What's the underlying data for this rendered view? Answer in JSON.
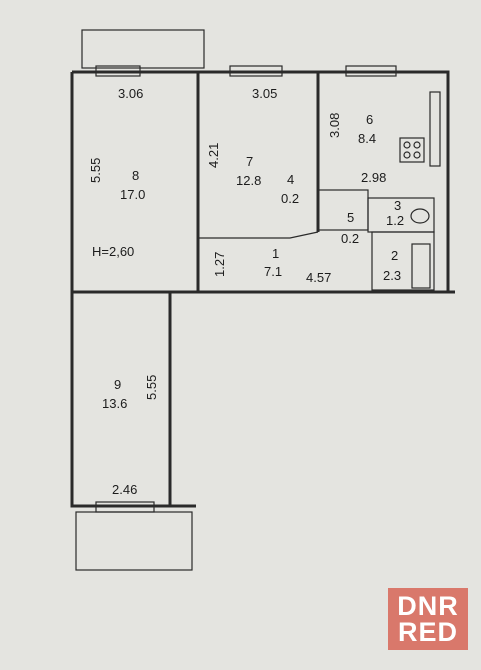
{
  "header_height": "H=2,60",
  "rooms": [
    {
      "id": "r8",
      "number": "8",
      "area": "17.0"
    },
    {
      "id": "r7",
      "number": "7",
      "area": "12.8"
    },
    {
      "id": "r6",
      "number": "6",
      "area": "8.4"
    },
    {
      "id": "r4",
      "number": "4",
      "area": "0.2"
    },
    {
      "id": "r5",
      "number": "5",
      "area": "0.2"
    },
    {
      "id": "r3",
      "number": "3",
      "area": "1.2"
    },
    {
      "id": "r2",
      "number": "2",
      "area": "2.3"
    },
    {
      "id": "r1",
      "number": "1",
      "area": "7.1"
    },
    {
      "id": "r9",
      "number": "9",
      "area": "13.6"
    }
  ],
  "dimensions": {
    "top_left": "3.06",
    "top_mid": "3.05",
    "r8_height": "5.55",
    "r7_height": "4.21",
    "r6_height": "3.08",
    "kitchen_width": "2.98",
    "hall_height": "1.27",
    "hall_width": "4.57",
    "r9_height": "5.55",
    "r9_width": "2.46"
  },
  "watermark": "DNR RED",
  "colors": {
    "paper": "#e4e4e0",
    "ink": "#2a2a2a",
    "logo": "#d9786b"
  }
}
